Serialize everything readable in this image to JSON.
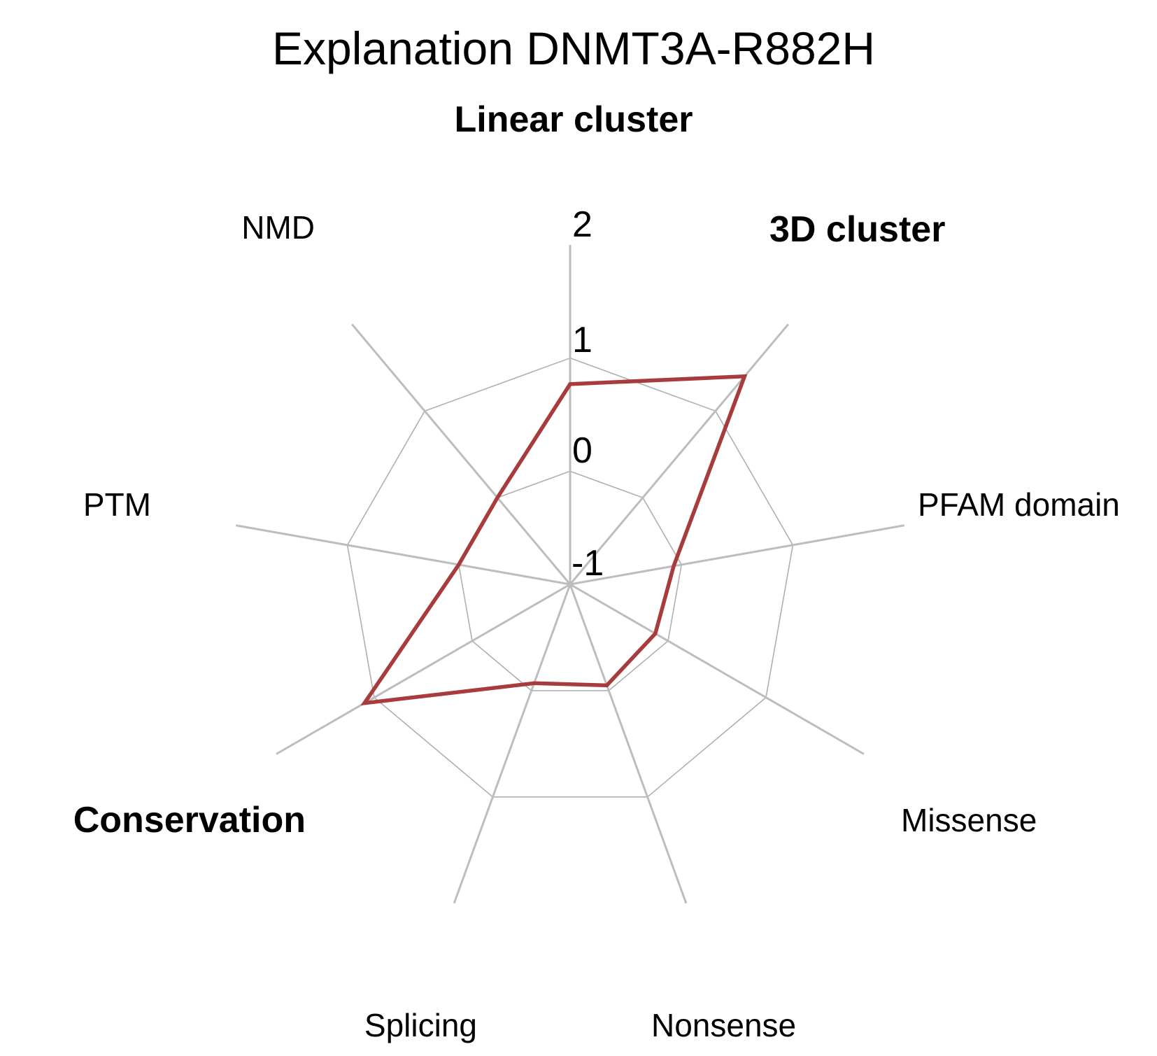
{
  "chart_data": {
    "type": "radar",
    "title": "Explanation DNMT3A-R882H",
    "categories": [
      "Linear cluster",
      "3D cluster",
      "PFAM domain",
      "Missense",
      "Nonsense",
      "Splicing",
      "Conservation",
      "PTM",
      "NMD"
    ],
    "bold_categories": [
      "Linear cluster",
      "3D cluster",
      "Conservation"
    ],
    "radial_ticks": [
      -1,
      0,
      1,
      2
    ],
    "radial_tick_labels": [
      "-1",
      "0",
      "1",
      "2"
    ],
    "rlim": [
      -1,
      2
    ],
    "gridlines": [
      0,
      1
    ],
    "series": [
      {
        "name": "DNMT3A-R882H",
        "color": "#a83c3c",
        "values": [
          0.77,
          1.4,
          -0.07,
          -0.13,
          -0.05,
          -0.07,
          1.1,
          0.0,
          0.0
        ]
      }
    ],
    "legend": "none"
  }
}
